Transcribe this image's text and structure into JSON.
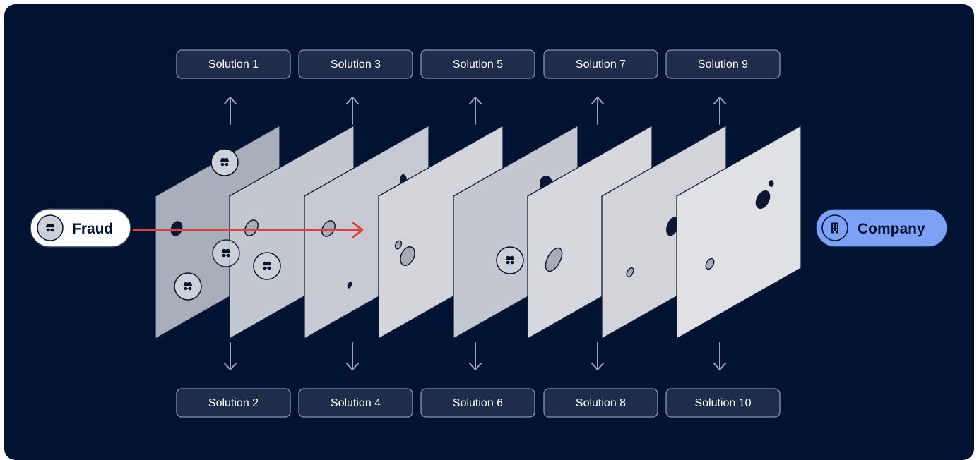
{
  "source": {
    "label": "Fraud",
    "icon": "spy-icon"
  },
  "target": {
    "label": "Company",
    "icon": "building-icon"
  },
  "solutions_top": [
    "Solution 1",
    "Solution 3",
    "Solution 5",
    "Solution 7",
    "Solution 9"
  ],
  "solutions_bottom": [
    "Solution 2",
    "Solution 4",
    "Solution 6",
    "Solution 8",
    "Solution 10"
  ],
  "layer_count": 8,
  "colors": {
    "background": "#001333",
    "layer": "#c9ccd3",
    "attack_path": "#e5403a",
    "company_pill": "#7da2f5",
    "solution_box": "#1f2d4a"
  }
}
